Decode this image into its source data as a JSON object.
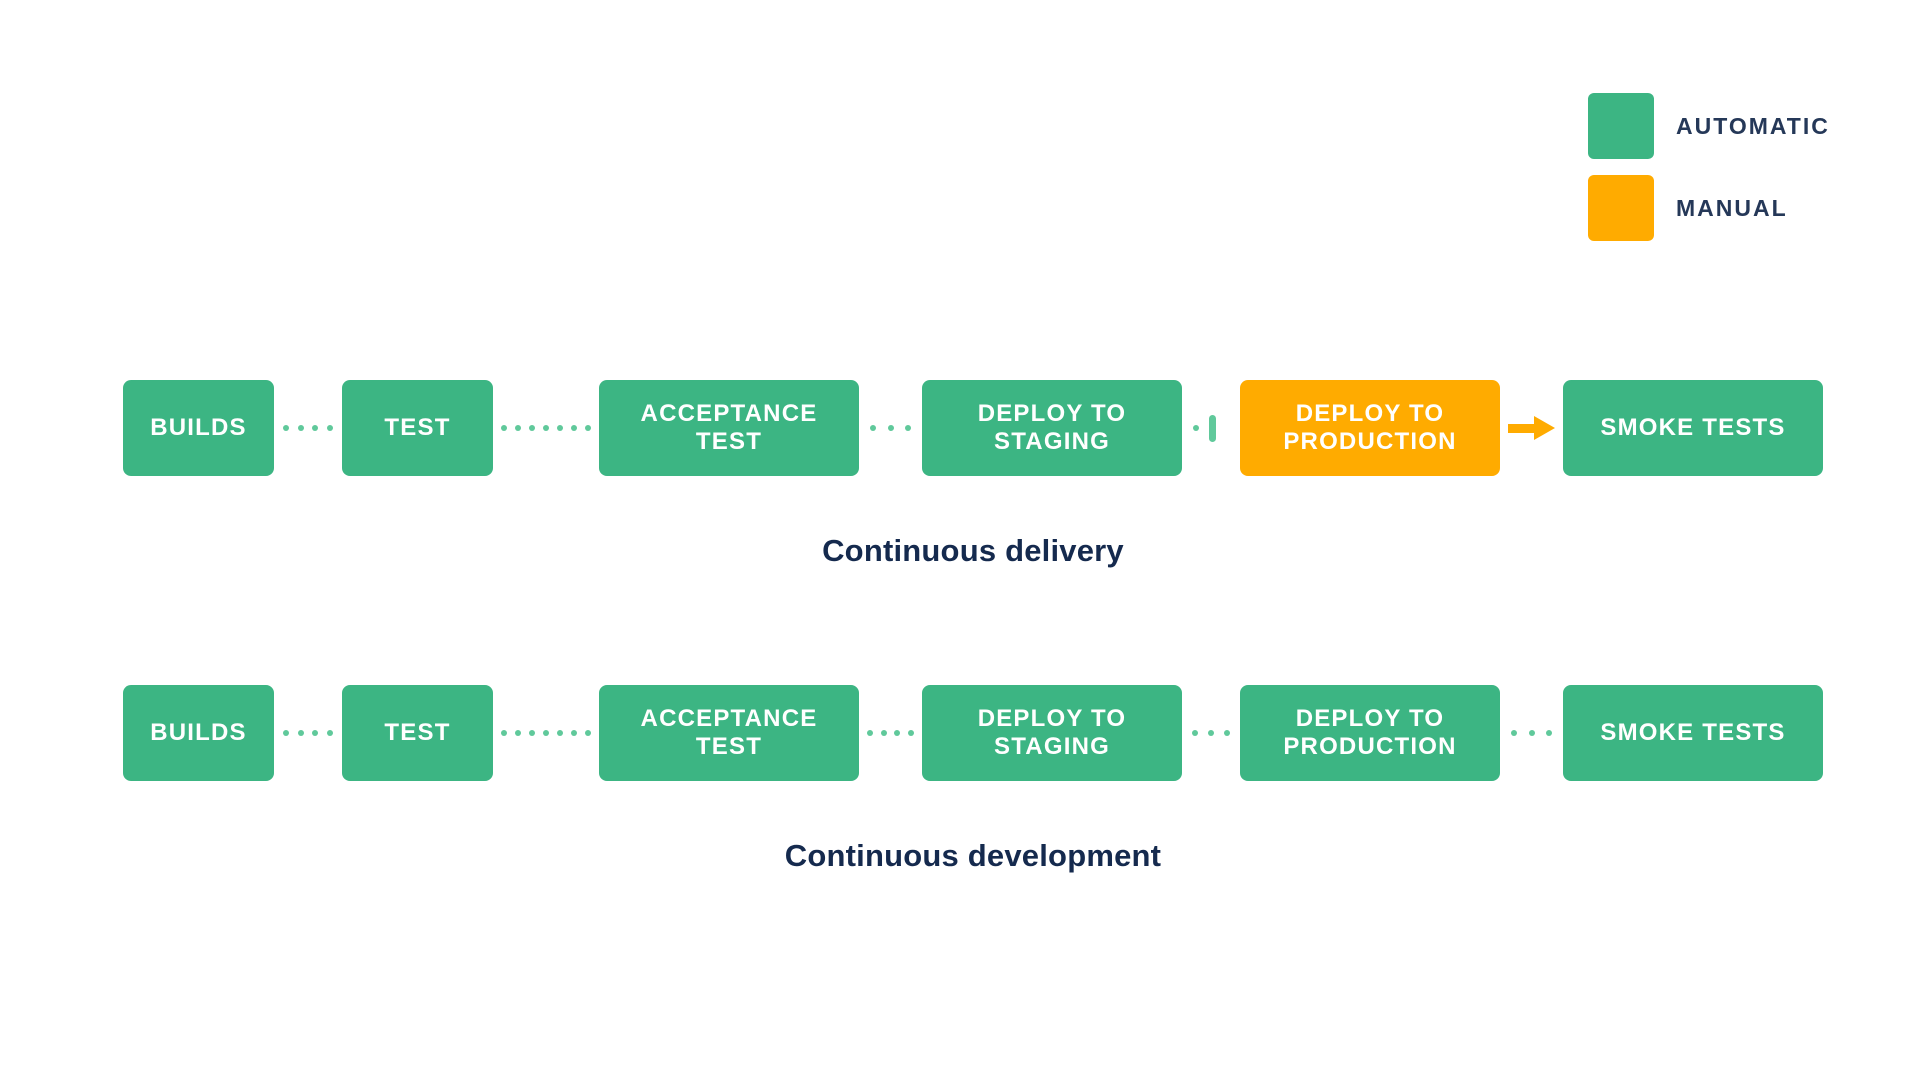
{
  "colors": {
    "automatic_green": "#3cb583",
    "connector_light_green": "#60c99b",
    "manual_orange": "#ffab00",
    "caption_navy": "#152a4e",
    "legend_text_navy": "#253858",
    "stage_text": "#ffffff",
    "background": "#ffffff"
  },
  "legend": {
    "items": [
      {
        "label": "AUTOMATIC",
        "color": "#3cb583",
        "swatch": "green-square"
      },
      {
        "label": "MANUAL",
        "color": "#ffab00",
        "swatch": "orange-square"
      }
    ]
  },
  "pipelines": [
    {
      "title": "Continuous delivery",
      "stages": [
        {
          "label": "BUILDS",
          "mode": "automatic"
        },
        {
          "label": "TEST",
          "mode": "automatic"
        },
        {
          "label": "ACCEPTANCE TEST",
          "mode": "automatic"
        },
        {
          "label": "DEPLOY TO STAGING",
          "mode": "automatic"
        },
        {
          "label": "DEPLOY TO PRODUCTION",
          "mode": "manual"
        },
        {
          "label": "SMOKE TESTS",
          "mode": "automatic"
        }
      ],
      "connectors": [
        {
          "type": "dotted",
          "dots": 4
        },
        {
          "type": "dotted",
          "dots": 7
        },
        {
          "type": "dotted",
          "dots": 3
        },
        {
          "type": "manual-gate",
          "dots": 1
        },
        {
          "type": "manual-arrow"
        }
      ]
    },
    {
      "title": "Continuous development",
      "stages": [
        {
          "label": "BUILDS",
          "mode": "automatic"
        },
        {
          "label": "TEST",
          "mode": "automatic"
        },
        {
          "label": "ACCEPTANCE TEST",
          "mode": "automatic"
        },
        {
          "label": "DEPLOY TO STAGING",
          "mode": "automatic"
        },
        {
          "label": "DEPLOY TO PRODUCTION",
          "mode": "automatic"
        },
        {
          "label": "SMOKE TESTS",
          "mode": "automatic"
        }
      ],
      "connectors": [
        {
          "type": "dotted",
          "dots": 4
        },
        {
          "type": "dotted",
          "dots": 7
        },
        {
          "type": "dotted",
          "dots": 4
        },
        {
          "type": "dotted",
          "dots": 3
        },
        {
          "type": "dotted",
          "dots": 3
        }
      ]
    }
  ]
}
